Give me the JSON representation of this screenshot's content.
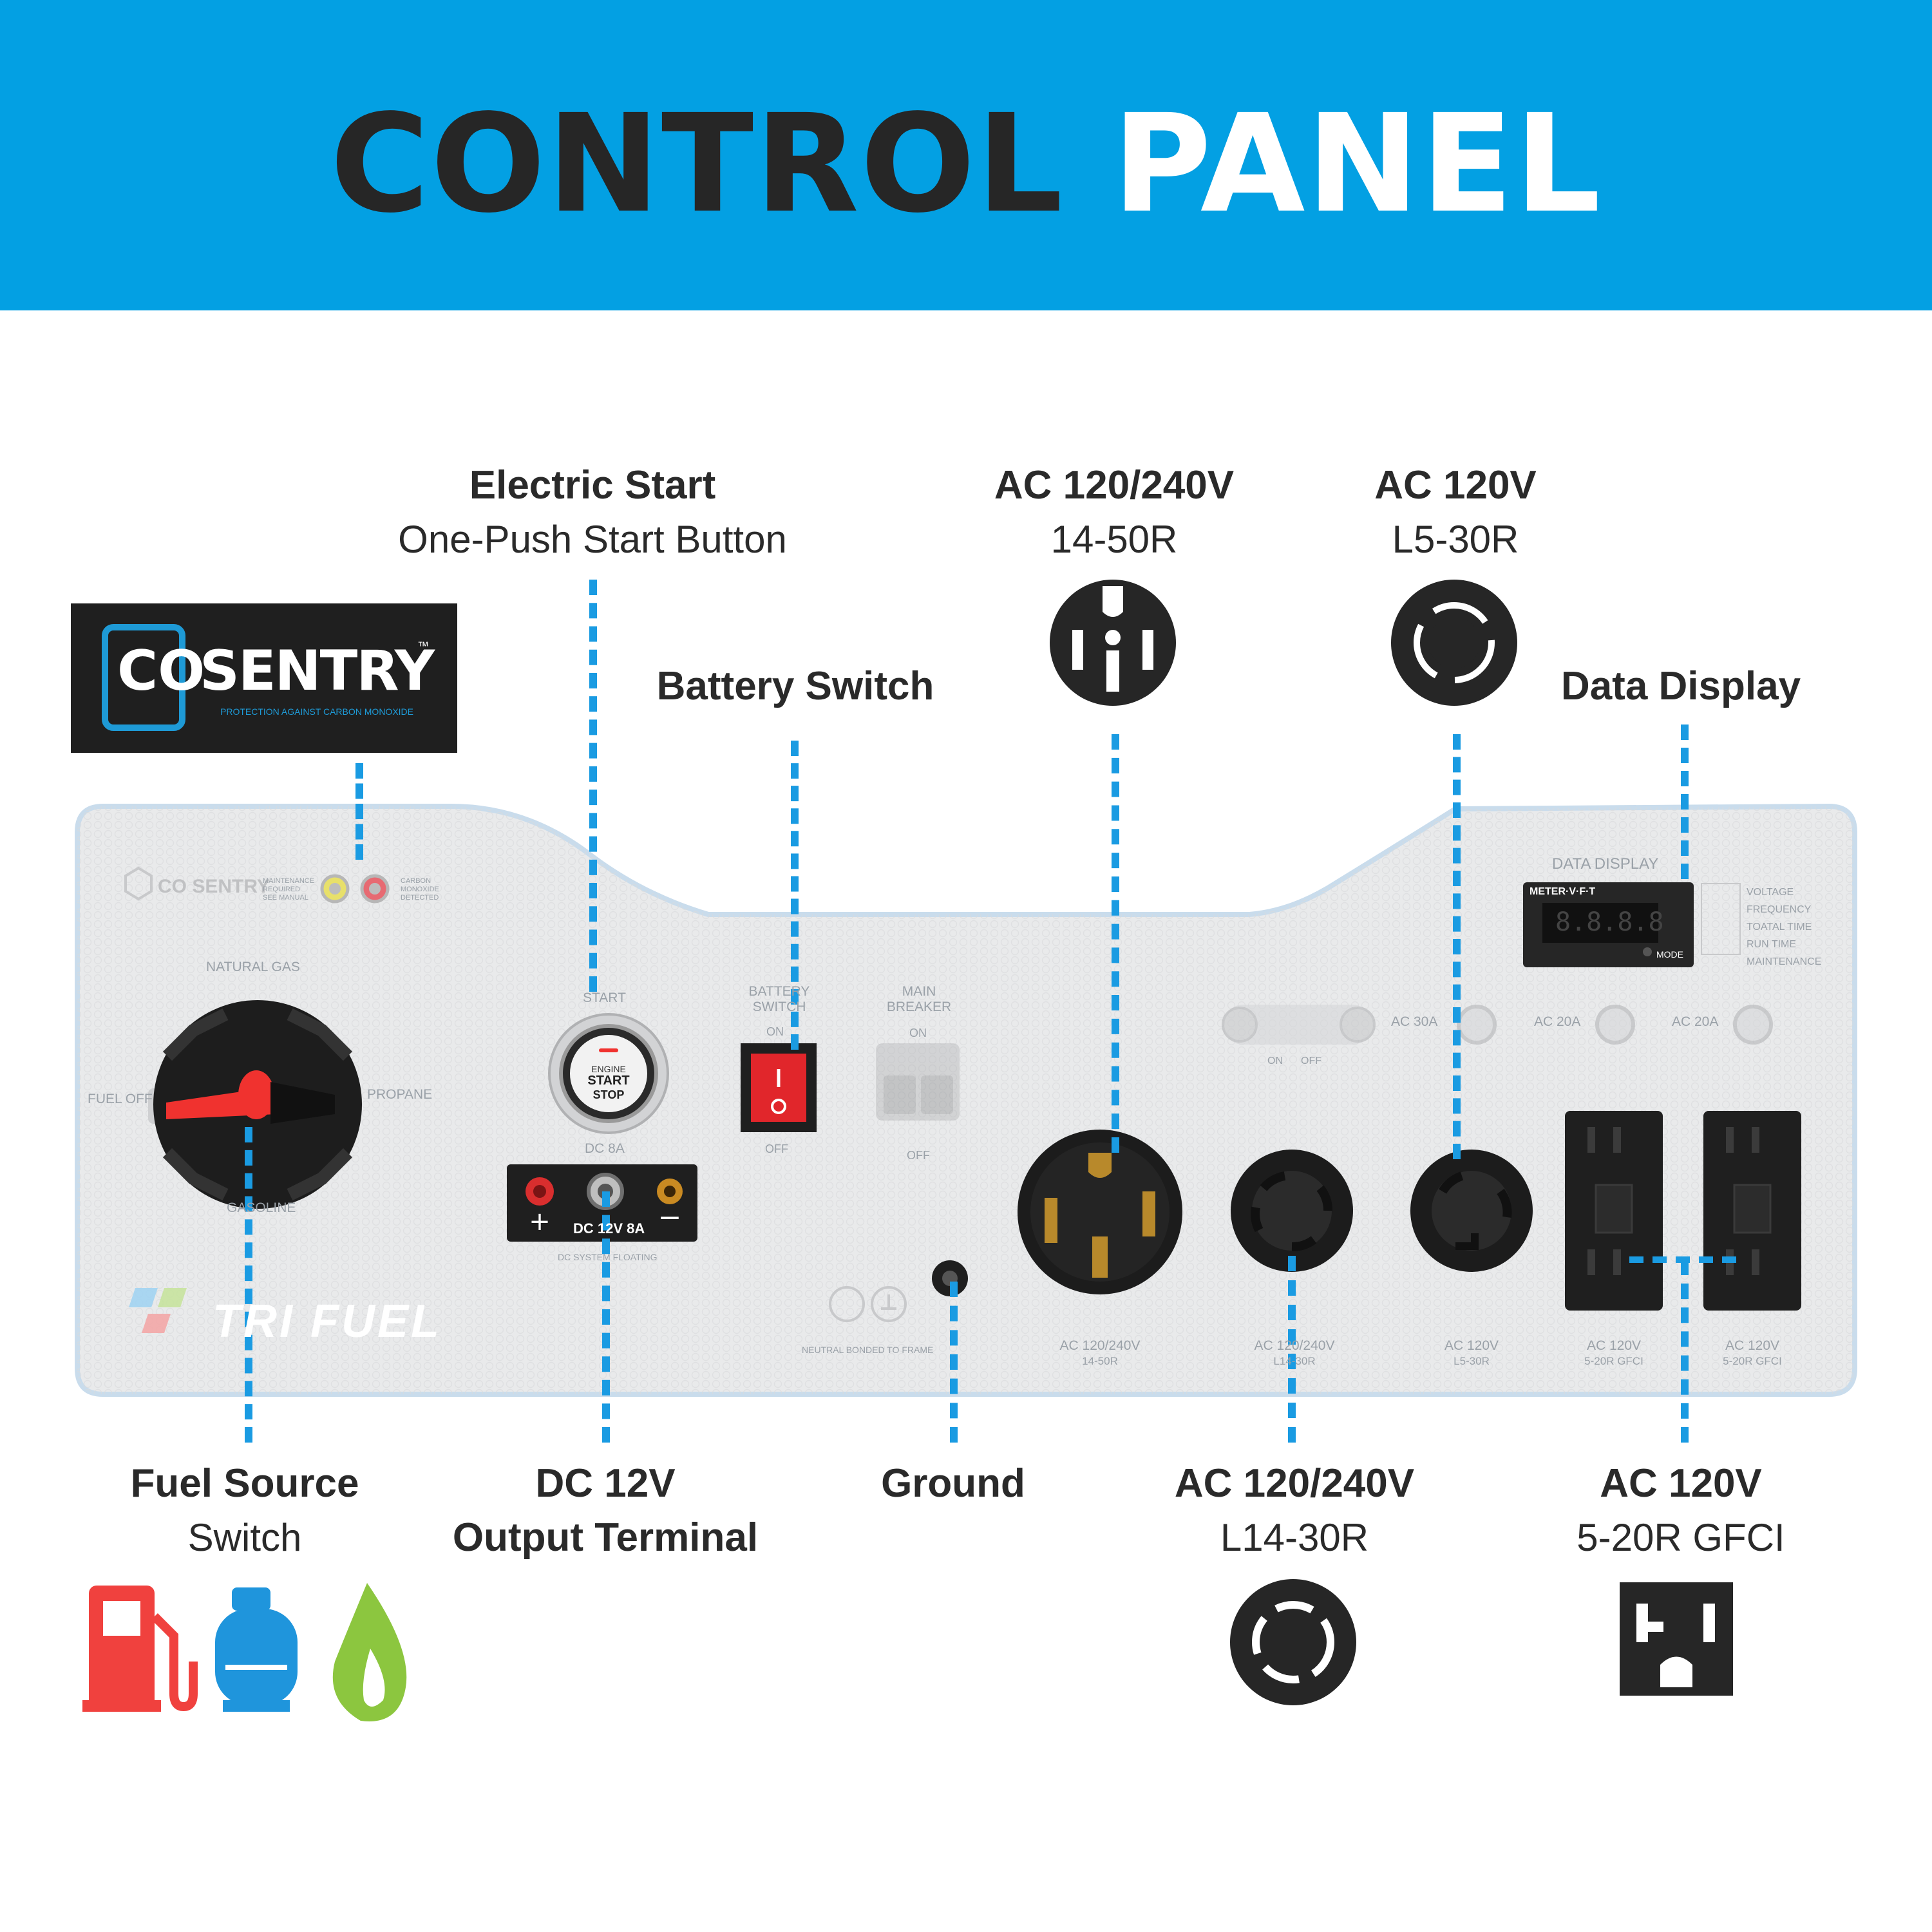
{
  "header": {
    "title_dark": "CONTROL",
    "title_light": "PANEL",
    "background": "#03a0e3"
  },
  "callouts": {
    "electric_start": {
      "title": "Electric Start",
      "subtitle": "One-Push Start Button"
    },
    "battery_switch": {
      "title": "Battery Switch"
    },
    "ac_14_50": {
      "title": "AC 120/240V",
      "subtitle": "14-50R"
    },
    "ac_l5_30": {
      "title": "AC 120V",
      "subtitle": "L5-30R"
    },
    "data_display": {
      "title": "Data Display"
    },
    "fuel_source": {
      "title": "Fuel Source",
      "subtitle": "Switch"
    },
    "dc_output": {
      "title": "DC 12V",
      "title2": "Output Terminal"
    },
    "ground": {
      "title": "Ground"
    },
    "ac_l14_30": {
      "title": "AC 120/240V",
      "subtitle": "L14-30R"
    },
    "ac_gfci": {
      "title": "AC 120V",
      "subtitle": "5-20R GFCI"
    }
  },
  "co_sentry": {
    "co": "CO",
    "sentry": "SENTRY",
    "tm": "™",
    "tagline": "PROTECTION AGAINST CARBON MONOXIDE"
  },
  "panel": {
    "co_sentry_small": "CO SENTRY",
    "maintenance_label": "MAINTENANCE REQUIRED SEE MANUAL",
    "co_detected_label": "CARBON MONOXIDE DETECTED",
    "fuel_labels": {
      "natural_gas": "NATURAL GAS",
      "propane": "PROPANE",
      "gasoline": "GASOLINE",
      "fuel_off": "FUEL OFF"
    },
    "start_label": "START",
    "start_button": {
      "line1": "ENGINE",
      "line2": "START",
      "line3": "STOP"
    },
    "dc_8a": "DC 8A",
    "dc_terminal": "DC 12V 8A",
    "dc_floating": "DC SYSTEM FLOATING",
    "battery_switch_label": "BATTERY SWITCH",
    "on": "ON",
    "off": "OFF",
    "main_breaker": "MAIN BREAKER",
    "neutral_bonded": "NEUTRAL BONDED TO FRAME",
    "tri_fuel": "TRI FUEL",
    "data_display_title": "DATA DISPLAY",
    "meter_brand": "METER·V·F·T",
    "meter_reading": "8.8.8.8",
    "mode": "MODE",
    "readouts": [
      "VOLTAGE",
      "FREQUENCY",
      "TOATAL TIME",
      "RUN TIME",
      "MAINTENANCE"
    ],
    "breakers": {
      "ac30": "AC 30A",
      "ac20a": "AC 20A",
      "ac20b": "AC 20A"
    },
    "outlet_labels": [
      {
        "line1": "AC 120/240V",
        "line2": "14-50R"
      },
      {
        "line1": "AC 120/240V",
        "line2": "L14-30R"
      },
      {
        "line1": "AC 120V",
        "line2": "L5-30R"
      },
      {
        "line1": "AC 120V",
        "line2": "5-20R GFCI"
      },
      {
        "line1": "AC 120V",
        "line2": "5-20R GFCI"
      }
    ]
  },
  "colors": {
    "leader": "#1a9be2",
    "panel": "#e9eaeb",
    "panel_edge": "#c9dcec",
    "fuel_red": "#f0413e",
    "propane_blue": "#1f95dc",
    "gas_green": "#8cc63f"
  },
  "icons": [
    "gas-pump-icon",
    "propane-tank-icon",
    "natural-gas-flame-icon",
    "nema-14-50-icon",
    "nema-l5-30-icon",
    "nema-l14-30-icon",
    "nema-5-20-icon"
  ]
}
